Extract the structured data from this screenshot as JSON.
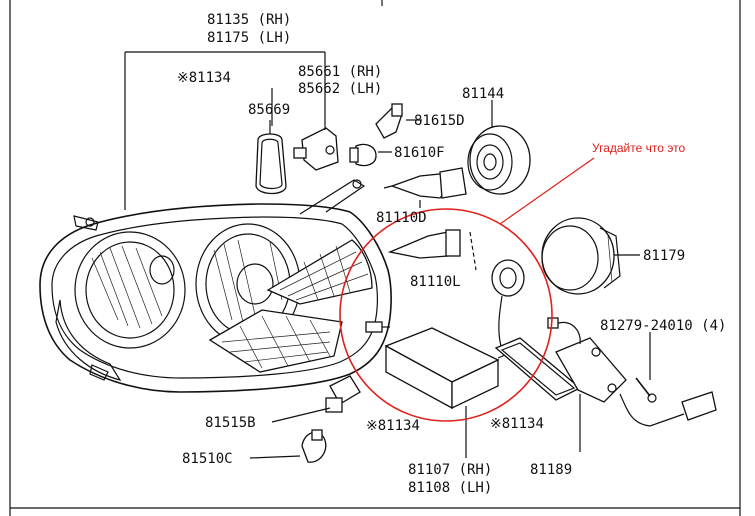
{
  "annotation": "Угадайте что это",
  "labels": {
    "p81135": "81135 (RH)",
    "p81175": "81175 (LH)",
    "p81134_top": "※81134",
    "p85661": "85661 (RH)",
    "p85662": "85662 (LH)",
    "p85669": "85669",
    "p81144": "81144",
    "p81615d": "81615D",
    "p81610f": "81610F",
    "p81110d": "81110D",
    "p81110l": "81110L",
    "p81179": "81179",
    "p81279": "81279-24010 (4)",
    "p81515b": "81515B",
    "p81510c": "81510C",
    "p81134_mid": "※81134",
    "p81134_right": "※81134",
    "p81107": "81107 (RH)",
    "p81108": "81108 (LH)",
    "p81189": "81189"
  },
  "colors": {
    "highlight": "#e0201c",
    "ink": "#111111"
  }
}
